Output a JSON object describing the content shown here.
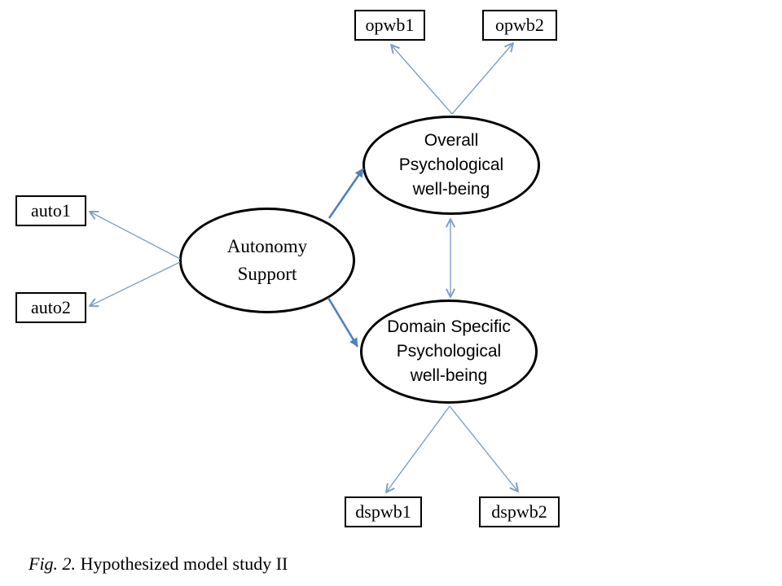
{
  "figure": {
    "caption": {
      "fig_label": "Fig. 2.",
      "title": "Hypothesized model study II"
    }
  },
  "nodes": {
    "autonomy": {
      "label": "Autonomy\nSupport",
      "shape": "ellipse"
    },
    "overall": {
      "label": "Overall\nPsychological\nwell-being",
      "shape": "ellipse"
    },
    "domain": {
      "label": "Domain Specific\nPsychological\nwell-being",
      "shape": "ellipse"
    },
    "opwb1": {
      "label": "opwb1",
      "shape": "rectangle"
    },
    "opwb2": {
      "label": "opwb2",
      "shape": "rectangle"
    },
    "auto1": {
      "label": "auto1",
      "shape": "rectangle"
    },
    "auto2": {
      "label": "auto2",
      "shape": "rectangle"
    },
    "dspwb1": {
      "label": "dspwb1",
      "shape": "rectangle"
    },
    "dspwb2": {
      "label": "dspwb2",
      "shape": "rectangle"
    }
  },
  "edges": [
    {
      "from": "autonomy",
      "to": "auto1",
      "type": "single-arrow",
      "weight": "thin"
    },
    {
      "from": "autonomy",
      "to": "auto2",
      "type": "single-arrow",
      "weight": "thin"
    },
    {
      "from": "autonomy",
      "to": "overall",
      "type": "single-arrow",
      "weight": "thick"
    },
    {
      "from": "autonomy",
      "to": "domain",
      "type": "single-arrow",
      "weight": "thick"
    },
    {
      "from": "overall",
      "to": "opwb1",
      "type": "single-arrow",
      "weight": "thin"
    },
    {
      "from": "overall",
      "to": "opwb2",
      "type": "single-arrow",
      "weight": "thin"
    },
    {
      "from": "overall",
      "to": "domain",
      "type": "double-arrow",
      "weight": "thin"
    },
    {
      "from": "domain",
      "to": "dspwb1",
      "type": "single-arrow",
      "weight": "thin"
    },
    {
      "from": "domain",
      "to": "dspwb2",
      "type": "single-arrow",
      "weight": "thin"
    }
  ],
  "colors": {
    "arrow_thin": "#7d9fc9",
    "arrow_thick": "#4f81bd",
    "shape_border": "#000000",
    "text": "#000000",
    "background": "#ffffff"
  }
}
